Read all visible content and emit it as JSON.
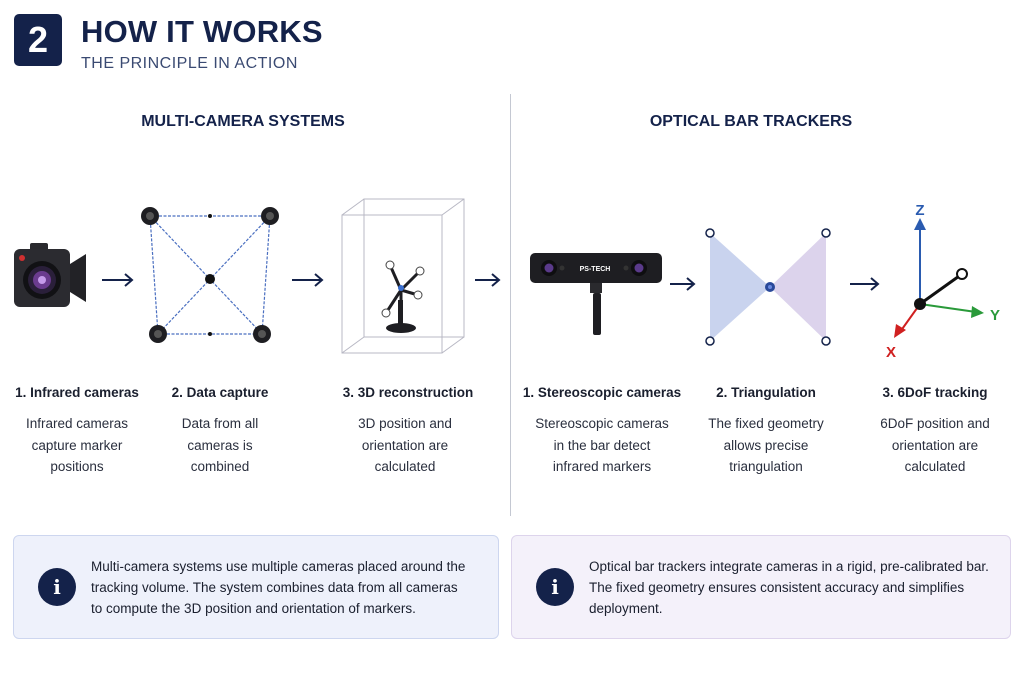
{
  "header": {
    "badge": "2",
    "title": "HOW IT WORKS",
    "subtitle": "THE PRINCIPLE IN ACTION"
  },
  "sections": [
    {
      "title": "MULTI-CAMERA SYSTEMS",
      "steps": [
        {
          "title": "1. Infrared cameras",
          "desc": [
            "Infrared cameras",
            "capture marker",
            "positions"
          ],
          "icon": "infrared-camera-icon"
        },
        {
          "title": "2. Data capture",
          "desc": [
            "Data from all",
            "cameras is",
            "combined"
          ],
          "icon": "camera-network-icon"
        },
        {
          "title": "3. 3D reconstruction",
          "desc": [
            "3D position and",
            "orientation are",
            "calculated"
          ],
          "icon": "3d-volume-icon"
        }
      ],
      "info": [
        "Multi-camera systems use multiple cameras placed around the",
        "tracking volume. The system combines data from all cameras",
        "to compute the 3D position and orientation of markers."
      ]
    },
    {
      "title": "OPTICAL BAR TRACKERS",
      "steps": [
        {
          "title": "1. Stereoscopic cameras",
          "desc": [
            "Stereoscopic cameras",
            "in the bar detect",
            "infrared markers"
          ],
          "icon": "stereo-bar-camera-icon",
          "brand": "PS-TECH"
        },
        {
          "title": "2. Triangulation",
          "desc": [
            "The fixed geometry",
            "allows precise",
            "triangulation"
          ],
          "icon": "triangulation-icon"
        },
        {
          "title": "3. 6DoF tracking",
          "desc": [
            "6DoF position and",
            "orientation are",
            "calculated"
          ],
          "icon": "6dof-axes-icon",
          "axes": {
            "z": "Z",
            "y": "Y",
            "x": "X"
          }
        }
      ],
      "info": [
        "Optical bar trackers integrate cameras in a rigid, pre-calibrated bar.",
        "The fixed geometry ensures consistent accuracy and simplifies",
        "deployment."
      ]
    }
  ],
  "colors": {
    "navy": "#14224a",
    "axis_z": "#2a5bb0",
    "axis_y": "#2a9a3a",
    "axis_x": "#d02020",
    "tri_left": "#c9d3ee",
    "tri_right": "#dcd3ec"
  },
  "info_icon": "i"
}
